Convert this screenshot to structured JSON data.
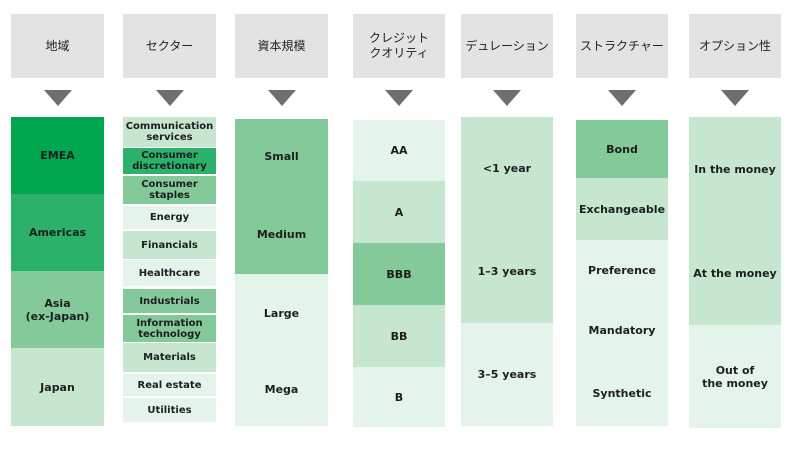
{
  "columns": [
    {
      "header": "地域",
      "cells": [
        {
          "label": "EMEA",
          "level": 5
        },
        {
          "label": "Americas",
          "level": 4
        },
        {
          "label": "Asia\n(ex-Japan)",
          "level": 3
        },
        {
          "label": "Japan",
          "level": 2
        }
      ]
    },
    {
      "header": "セクター",
      "cells": [
        {
          "label": "Communication\nservices",
          "level": 2
        },
        {
          "label": "Consumer\ndiscretionary",
          "level": 4
        },
        {
          "label": "Consumer\nstaples",
          "level": 3
        },
        {
          "label": "Energy",
          "level": 1
        },
        {
          "label": "Financials",
          "level": 2
        },
        {
          "label": "Healthcare",
          "level": 1
        },
        {
          "label": "Industrials",
          "level": 3
        },
        {
          "label": "Information\ntechnology",
          "level": 3
        },
        {
          "label": "Materials",
          "level": 2
        },
        {
          "label": "Real estate",
          "level": 1
        },
        {
          "label": "Utilities",
          "level": 1
        }
      ]
    },
    {
      "header": "資本規模",
      "cells": [
        {
          "label": "Small",
          "level": 3
        },
        {
          "label": "Medium",
          "level": 3
        },
        {
          "label": "Large",
          "level": 1
        },
        {
          "label": "Mega",
          "level": 1
        }
      ]
    },
    {
      "header": "クレジット\nクオリティ",
      "cells": [
        {
          "label": "AA",
          "level": 1
        },
        {
          "label": "A",
          "level": 2
        },
        {
          "label": "BBB",
          "level": 3
        },
        {
          "label": "BB",
          "level": 2
        },
        {
          "label": "B",
          "level": 1
        }
      ]
    },
    {
      "header": "デュレーション",
      "cells": [
        {
          "label": "<1 year",
          "level": 2
        },
        {
          "label": "1–3 years",
          "level": 2
        },
        {
          "label": "3–5 years",
          "level": 1
        }
      ]
    },
    {
      "header": "ストラクチャー",
      "cells": [
        {
          "label": "Bond",
          "level": 3
        },
        {
          "label": "Exchangeable",
          "level": 2
        },
        {
          "label": "Preference",
          "level": 1
        },
        {
          "label": "Mandatory",
          "level": 1
        },
        {
          "label": "Synthetic",
          "level": 1
        }
      ]
    },
    {
      "header": "オプション性",
      "cells": [
        {
          "label": "In the money",
          "level": 2
        },
        {
          "label": "At the money",
          "level": 2
        },
        {
          "label": "Out of\nthe money",
          "level": 1
        }
      ]
    }
  ]
}
